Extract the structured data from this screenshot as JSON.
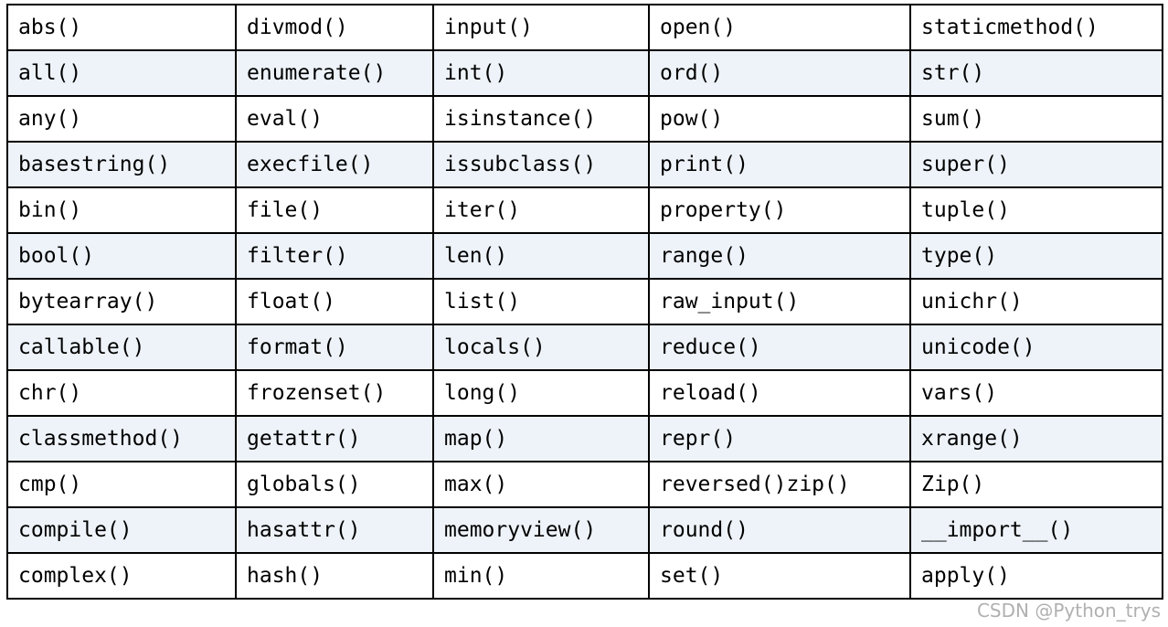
{
  "table": {
    "rows": [
      [
        "abs()",
        "divmod()",
        "input()",
        "open()",
        "staticmethod()"
      ],
      [
        "all()",
        "enumerate()",
        "int()",
        "ord()",
        "str()"
      ],
      [
        "any()",
        "eval()",
        "isinstance()",
        "pow()",
        "sum()"
      ],
      [
        "basestring()",
        "execfile()",
        "issubclass()",
        "print()",
        "super()"
      ],
      [
        "bin()",
        "file()",
        "iter()",
        "property()",
        "tuple()"
      ],
      [
        "bool()",
        "filter()",
        "len()",
        "range()",
        "type()"
      ],
      [
        "bytearray()",
        "float()",
        "list()",
        "raw_input()",
        "unichr()"
      ],
      [
        "callable()",
        "format()",
        "locals()",
        "reduce()",
        "unicode()"
      ],
      [
        "chr()",
        "frozenset()",
        "long()",
        "reload()",
        "vars()"
      ],
      [
        "classmethod()",
        "getattr()",
        "map()",
        "repr()",
        "xrange()"
      ],
      [
        "cmp()",
        "globals()",
        "max()",
        "reversed()zip()",
        "Zip()"
      ],
      [
        "compile()",
        "hasattr()",
        "memoryview()",
        "round()",
        "__import__()"
      ],
      [
        "complex()",
        "hash()",
        "min()",
        "set()",
        "apply()"
      ]
    ]
  },
  "watermark": {
    "text": "CSDN @Python_trys"
  },
  "colors": {
    "stripe_background": "#eef3f9",
    "border": "#000000",
    "text": "#000000"
  }
}
